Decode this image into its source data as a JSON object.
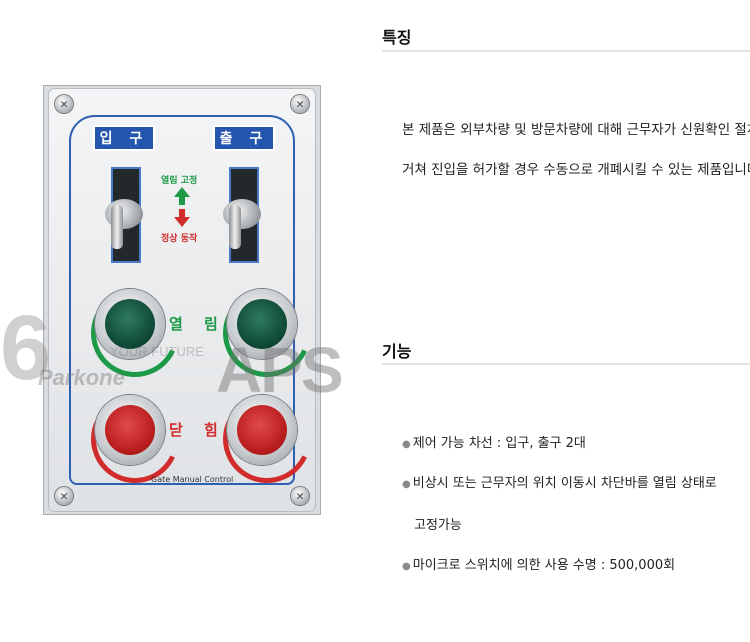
{
  "photo": {
    "entry_label": "입 구",
    "exit_label": "출 구",
    "mode_fixed": "열림 고정",
    "mode_normal": "정상 동작",
    "open_label": "열 림",
    "close_label": "닫 힘",
    "plate_caption": "Gate Manual Control",
    "colors": {
      "blue": "#2456b0",
      "green": "#1d9a47",
      "red": "#d22b2b"
    }
  },
  "watermark": {
    "logo": "6",
    "tagline": "YOUR FUTURE",
    "brand_small": "Parkone",
    "brand_big": "APS"
  },
  "features": {
    "title": "특징",
    "line1": "본 제품은 외부차량 및 방문차량에 대해 근무자가 신원확인 절차를",
    "line2": "거쳐 진입을 허가할 경우 수동으로 개폐시킬 수 있는 제품입니다."
  },
  "functions": {
    "title": "기능",
    "items": [
      "제어 가능 차선 : 입구, 출구 2대",
      "비상시 또는 근무자의 위치 이동시 차단바를 열림 상태로",
      "고정가능",
      "마이크로 스위치에 의한 사용 수명 : 500,000회"
    ]
  }
}
